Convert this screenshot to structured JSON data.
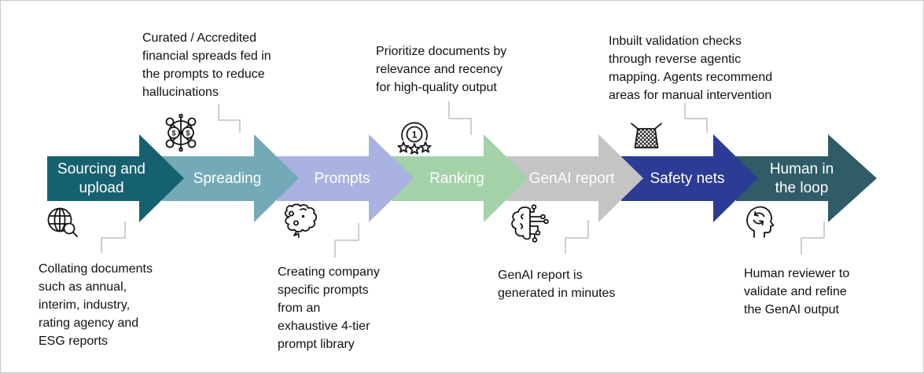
{
  "diagram": {
    "stages": [
      {
        "label": "Sourcing and\nupload",
        "color": "#16616F",
        "icon": "globe-search-icon",
        "note_position": "below",
        "note": "Collating documents\nsuch as annual,\ninterim, industry,\nrating agency and\nESG reports"
      },
      {
        "label": "Spreading",
        "color": "#74AAB8",
        "icon": "currency-network-icon",
        "note_position": "above",
        "note": "Curated / Accredited\nfinancial spreads fed in\nthe prompts to reduce\nhallucinations"
      },
      {
        "label": "Prompts",
        "color": "#A9B2E0",
        "icon": "brain-icon",
        "note_position": "below",
        "note": "Creating company\nspecific prompts\nfrom an\nexhaustive 4-tier\nprompt library"
      },
      {
        "label": "Ranking",
        "color": "#A3D2A8",
        "icon": "first-place-medal-icon",
        "note_position": "above",
        "note": "Prioritize documents by\nrelevance and recency\nfor high-quality output"
      },
      {
        "label": "GenAI report",
        "color": "#C4C4C4",
        "icon": "brain-circuit-icon",
        "note_position": "below",
        "note": "GenAI report is\ngenerated in minutes"
      },
      {
        "label": "Safety nets",
        "color": "#2C3C95",
        "icon": "safety-net-icon",
        "note_position": "above",
        "note": "Inbuilt validation checks\nthrough reverse agentic\nmapping. Agents recommend\nareas for manual intervention"
      },
      {
        "label": "Human in\nthe loop",
        "color": "#2F5C66",
        "icon": "head-refresh-icon",
        "note_position": "below",
        "note": "Human reviewer to\nvalidate and refine\nthe GenAI output"
      }
    ],
    "icon_glyphs": {
      "currency": "$",
      "rank": "1"
    }
  }
}
